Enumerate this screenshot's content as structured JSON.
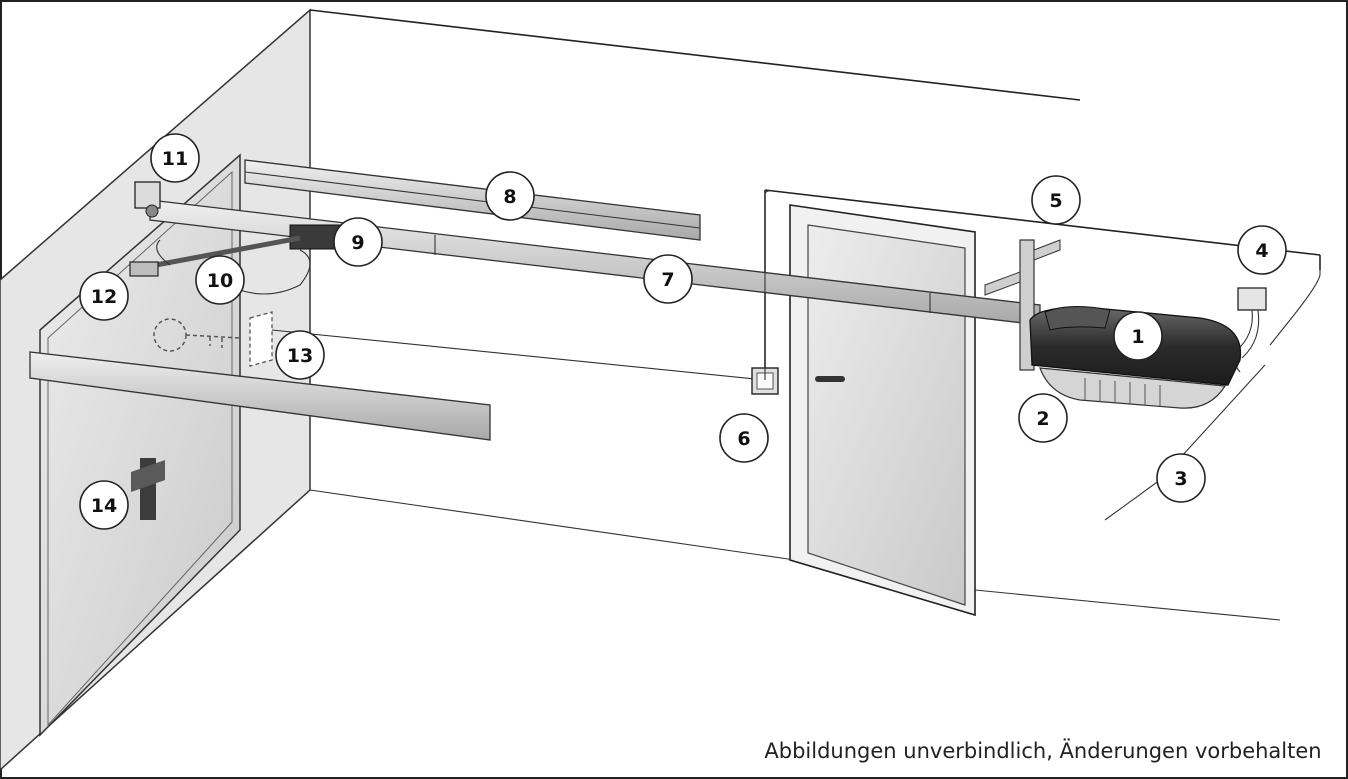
{
  "callouts": [
    {
      "id": "1",
      "label": "1"
    },
    {
      "id": "2",
      "label": "2"
    },
    {
      "id": "3",
      "label": "3"
    },
    {
      "id": "4",
      "label": "4"
    },
    {
      "id": "5",
      "label": "5"
    },
    {
      "id": "6",
      "label": "6"
    },
    {
      "id": "7",
      "label": "7"
    },
    {
      "id": "8",
      "label": "8"
    },
    {
      "id": "9",
      "label": "9"
    },
    {
      "id": "10",
      "label": "10"
    },
    {
      "id": "11",
      "label": "11"
    },
    {
      "id": "12",
      "label": "12"
    },
    {
      "id": "13",
      "label": "13"
    },
    {
      "id": "14",
      "label": "14"
    }
  ],
  "disclaimer": "Abbildungen unverbindlich, Änderungen vorbehalten",
  "colors": {
    "wall": "#e7e7e7",
    "floor": "#f4f4f4",
    "rail": "#d9d9d9",
    "motor_dark": "#2f2f2f"
  }
}
